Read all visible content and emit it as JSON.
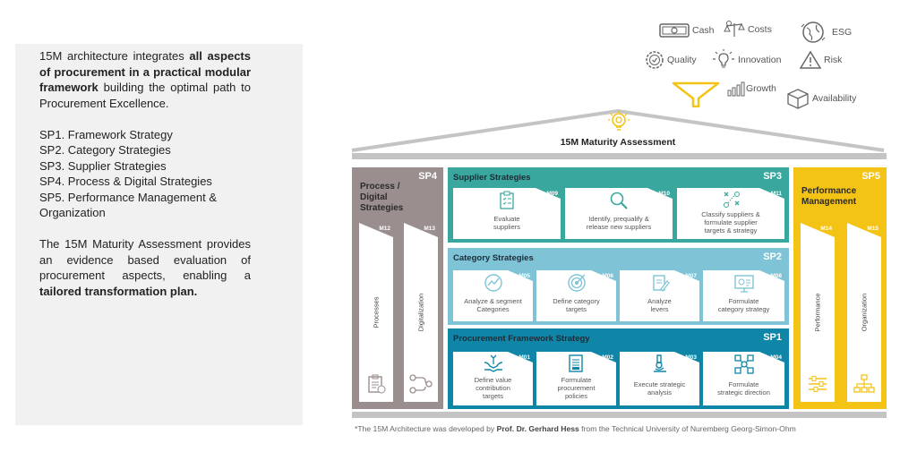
{
  "left": {
    "p1_a": "15M architecture integrates ",
    "p1_b": "all aspects of procurement in a practical modular framework",
    "p1_c": " building the optimal path to Procurement Excellence.",
    "sp_list": [
      "SP1. Framework Strategy",
      "SP2. Category Strategies",
      "SP3. Supplier Strategies",
      "SP4. Process & Digital Strategies",
      "SP5. Performance Management & Organization"
    ],
    "p2_a": "The 15M Maturity Assessment provides an evidence based evaluation of procurement aspects, enabling a ",
    "p2_b": "tailored transformation plan."
  },
  "kpis": {
    "cash": "Cash",
    "costs": "Costs",
    "esg": "ESG",
    "quality": "Quality",
    "innovation": "Innovation",
    "risk": "Risk",
    "growth": "Growth",
    "availability": "Availability"
  },
  "roof": {
    "label": "15M Maturity Assessment"
  },
  "sp4": {
    "code": "SP4",
    "title_l1": "Process /",
    "title_l2": "Digital",
    "title_l3": "Strategies",
    "m12": "M12",
    "m13": "M13",
    "col1": "Processes",
    "col2": "Digitalization"
  },
  "sp5": {
    "code": "SP5",
    "title_l1": "Performance",
    "title_l2": "Management",
    "m14": "M14",
    "m15": "M15",
    "col1": "Performance",
    "col2": "Organization"
  },
  "sp3": {
    "title": "Supplier Strategies",
    "code": "SP3",
    "cards": [
      {
        "m": "M09",
        "l1": "Evaluate",
        "l2": "suppliers",
        "l3": ""
      },
      {
        "m": "M10",
        "l1": "Identify, prequalify &",
        "l2": "release new suppliers",
        "l3": ""
      },
      {
        "m": "M11",
        "l1": "Classify suppliers &",
        "l2": "formulate supplier",
        "l3": "targets & strategy"
      }
    ]
  },
  "sp2": {
    "title": "Category Strategies",
    "code": "SP2",
    "cards": [
      {
        "m": "M05",
        "l1": "Analyze & segment",
        "l2": "Categories"
      },
      {
        "m": "M06",
        "l1": "Define category",
        "l2": "targets"
      },
      {
        "m": "M07",
        "l1": "Analyze",
        "l2": "levers"
      },
      {
        "m": "M08",
        "l1": "Formulate",
        "l2": "category strategy"
      }
    ]
  },
  "sp1": {
    "title": "Procurement Framework Strategy",
    "code": "SP1",
    "cards": [
      {
        "m": "M01",
        "l1": "Define value",
        "l2": "contribution",
        "l3": "targets"
      },
      {
        "m": "M02",
        "l1": "Formulate",
        "l2": "procurement",
        "l3": "policies"
      },
      {
        "m": "M03",
        "l1": "Execute strategic",
        "l2": "analysis",
        "l3": ""
      },
      {
        "m": "M04",
        "l1": "Formulate",
        "l2": "strategic direction",
        "l3": ""
      }
    ]
  },
  "footnote": {
    "a": "*The 15M Architecture was developed by ",
    "b": "Prof. Dr. Gerhard Hess",
    "c": " from the Technical University of Nuremberg Georg-Simon-Ohm"
  },
  "colors": {
    "sp1": "#0f86a8",
    "sp2": "#7fc4d6",
    "sp3": "#3aa79e",
    "sp4": "#9b8e8e",
    "sp5": "#f3c316"
  }
}
